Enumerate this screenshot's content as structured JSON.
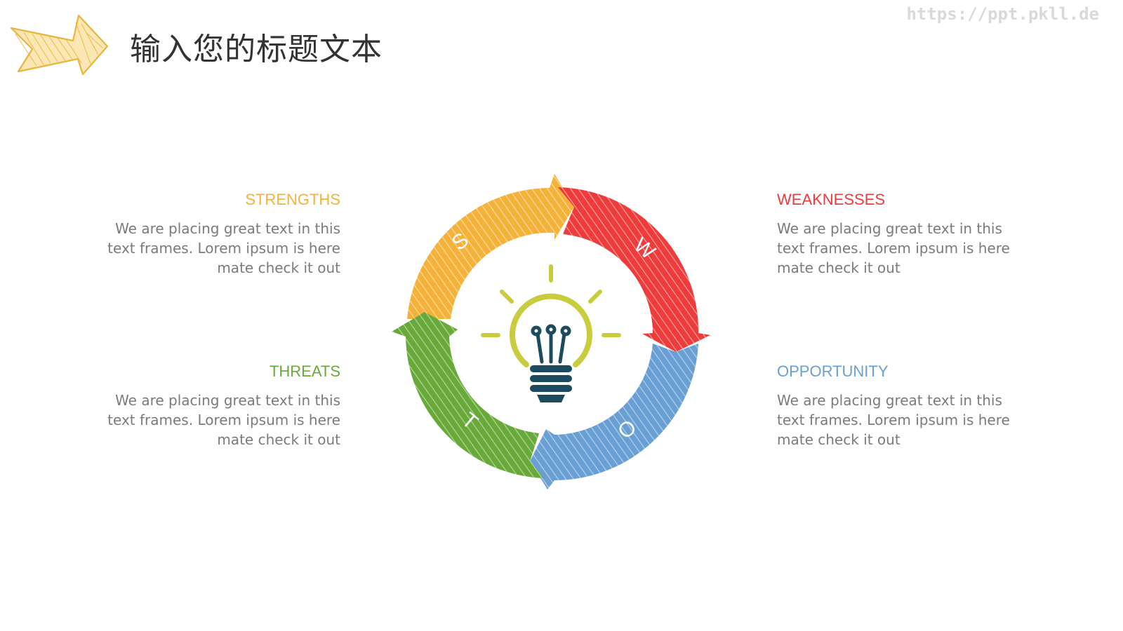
{
  "header": {
    "title": "输入您的标题文本",
    "watermark": "https://ppt.pkll.de"
  },
  "swot": {
    "strengths": {
      "title": "STRENGTHS",
      "body": "We are placing great text in this text frames. Lorem ipsum is here mate check it out",
      "letter": "S",
      "color": "#f5b23a"
    },
    "weaknesses": {
      "title": "WEAKNESSES",
      "body": "We are placing great text in this text frames. Lorem ipsum is here mate check it out",
      "letter": "W",
      "color": "#ee3b3b"
    },
    "threats": {
      "title": "THREATS",
      "body": "We are placing great text in this text frames. Lorem ipsum is here mate check it out",
      "letter": "T",
      "color": "#68a93a"
    },
    "opportunity": {
      "title": "OPPORTUNITY",
      "body": "We are placing great text in this text frames. Lorem ipsum is here mate check it out",
      "letter": "O",
      "color": "#6a9fd4"
    }
  },
  "icons": {
    "header_arrow": "arrow-right-icon",
    "center": "lightbulb-icon",
    "bulb_glow_color": "#c8cd3d",
    "bulb_base_color": "#1c4a5f"
  }
}
